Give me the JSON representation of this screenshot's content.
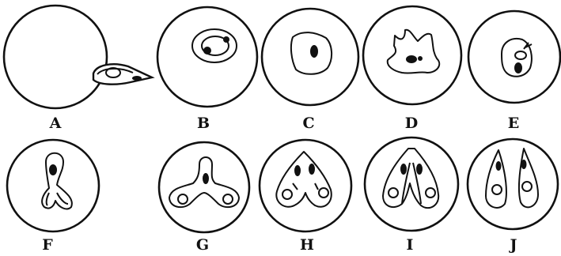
{
  "panels": [
    {
      "id": "A",
      "label": "A"
    },
    {
      "id": "B",
      "label": "B"
    },
    {
      "id": "C",
      "label": "C"
    },
    {
      "id": "D",
      "label": "D"
    },
    {
      "id": "E",
      "label": "E"
    },
    {
      "id": "F",
      "label": "F"
    },
    {
      "id": "G",
      "label": "G"
    },
    {
      "id": "H",
      "label": "H"
    },
    {
      "id": "I",
      "label": "I"
    },
    {
      "id": "J",
      "label": "J"
    }
  ],
  "colors": {
    "ink": "#111111",
    "paper": "#ffffff"
  }
}
